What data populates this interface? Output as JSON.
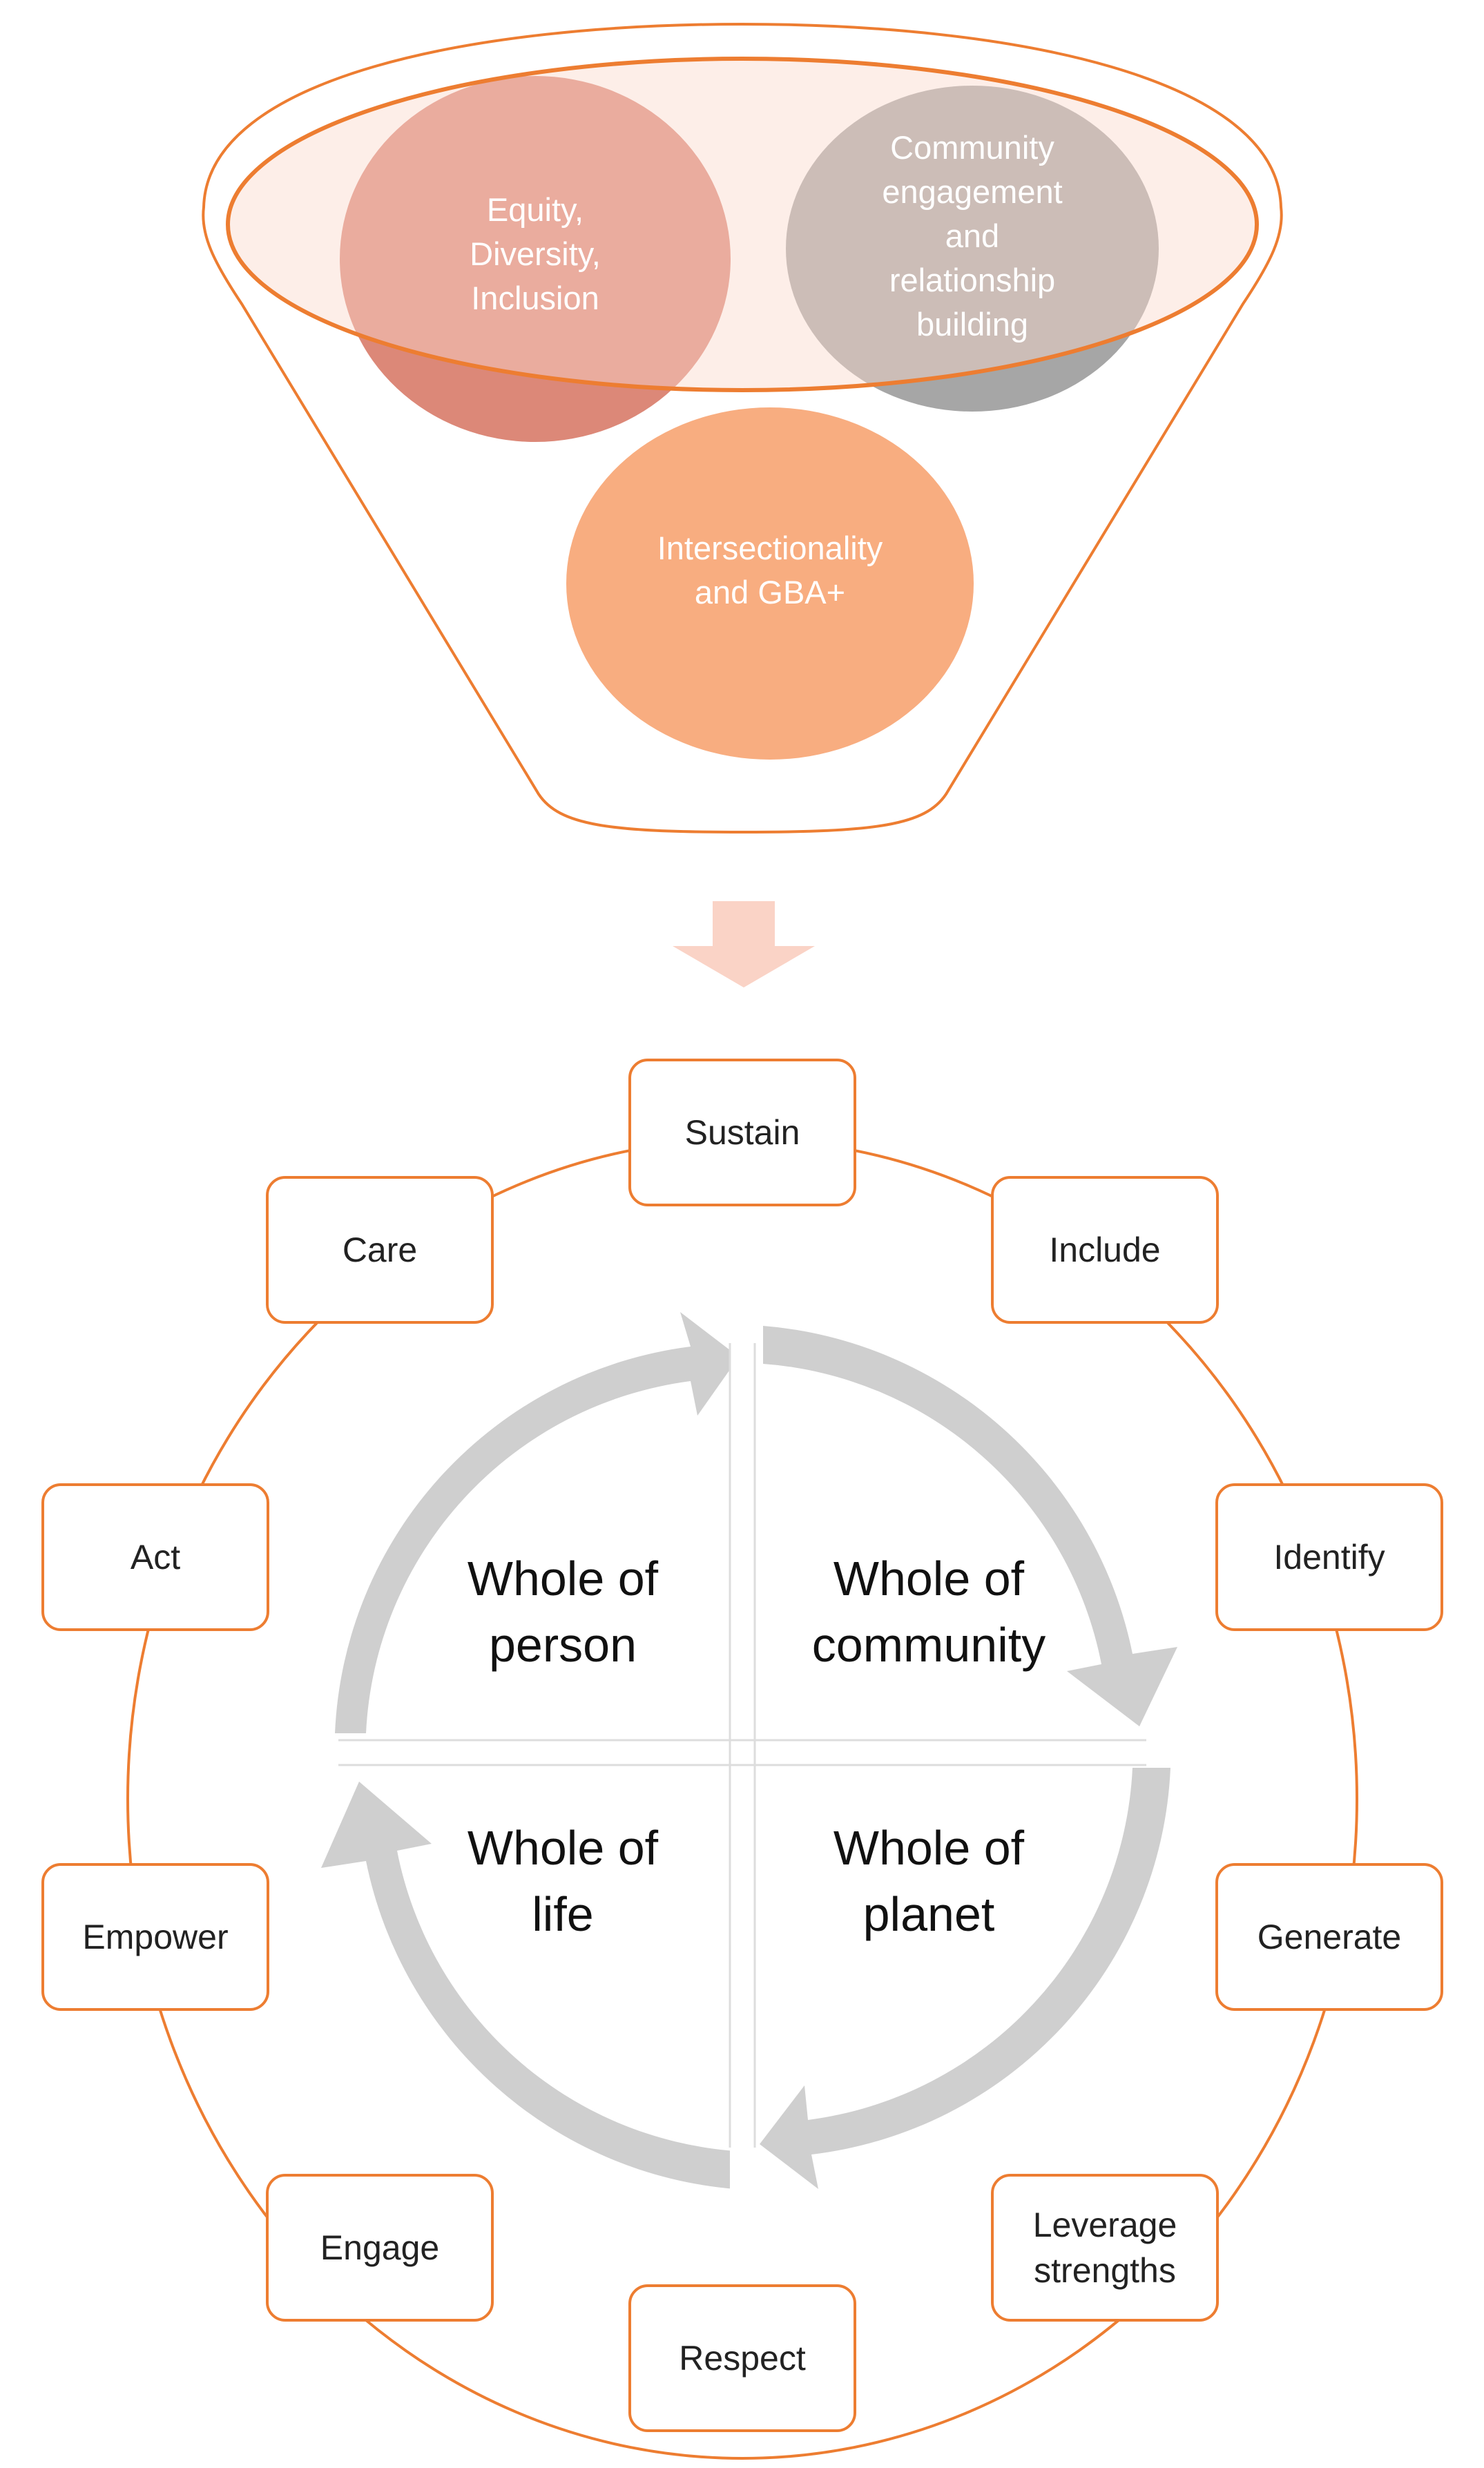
{
  "funnel": {
    "circles": [
      {
        "id": "edi",
        "lines": [
          "Equity,",
          "Diversity,",
          "Inclusion"
        ],
        "color": "#D97E6C"
      },
      {
        "id": "community",
        "lines": [
          "Community",
          "engagement",
          "and",
          "relationship",
          "building"
        ],
        "color": "#A6A6A6"
      },
      {
        "id": "intersectionality",
        "lines": [
          "Intersectionality",
          "and GBA+"
        ],
        "color": "#F8AD80"
      }
    ],
    "outline_color": "#ED7D31",
    "arrow_color": "#FAD3C6"
  },
  "cycle": {
    "steps": [
      {
        "id": "sustain",
        "lines": [
          "Sustain"
        ]
      },
      {
        "id": "include",
        "lines": [
          "Include"
        ]
      },
      {
        "id": "identify",
        "lines": [
          "Identify"
        ]
      },
      {
        "id": "generate",
        "lines": [
          "Generate"
        ]
      },
      {
        "id": "leverage-strengths",
        "lines": [
          "Leverage",
          "strengths"
        ]
      },
      {
        "id": "respect",
        "lines": [
          "Respect"
        ]
      },
      {
        "id": "engage",
        "lines": [
          "Engage"
        ]
      },
      {
        "id": "empower",
        "lines": [
          "Empower"
        ]
      },
      {
        "id": "act",
        "lines": [
          "Act"
        ]
      },
      {
        "id": "care",
        "lines": [
          "Care"
        ]
      }
    ],
    "quadrants": [
      {
        "id": "person",
        "lines": [
          "Whole of",
          "person"
        ]
      },
      {
        "id": "community",
        "lines": [
          "Whole of",
          "community"
        ]
      },
      {
        "id": "life",
        "lines": [
          "Whole of",
          "life"
        ]
      },
      {
        "id": "planet",
        "lines": [
          "Whole of",
          "planet"
        ]
      }
    ],
    "ring_color": "#ED7D31",
    "arrow_color": "#CFCFCF"
  }
}
